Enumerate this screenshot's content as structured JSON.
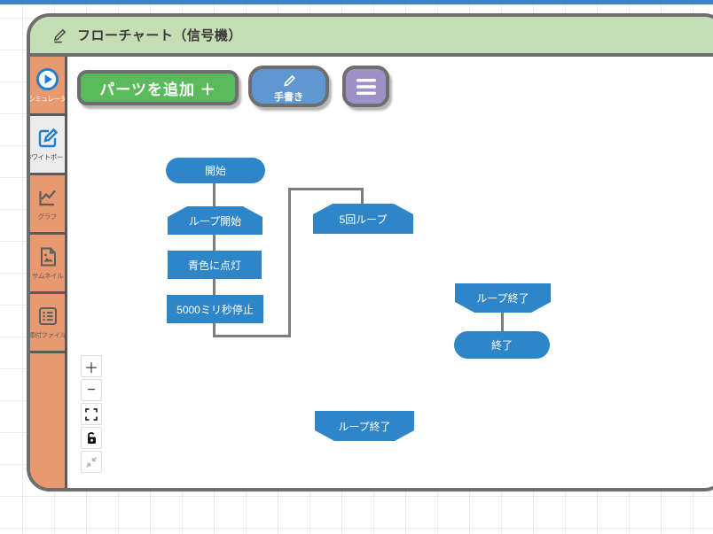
{
  "window": {
    "title": "フローチャート（信号機）",
    "title_icon": "edit-pencil-icon"
  },
  "sidebar": {
    "items": [
      {
        "label": "シミュレータ",
        "icon": "play-icon",
        "active": false
      },
      {
        "label": "ホワイトボード",
        "icon": "whiteboard-edit-icon",
        "active": true
      },
      {
        "label": "グラフ",
        "icon": "graph-icon",
        "active": false
      },
      {
        "label": "サムネイル",
        "icon": "thumbnail-icon",
        "active": false
      },
      {
        "label": "添付ファイル",
        "icon": "attachment-list-icon",
        "active": false
      }
    ]
  },
  "toolbar": {
    "add_parts_label": "パーツを追加 ＋",
    "handwriting_label": "手書き",
    "handwriting_icon": "pencil-icon",
    "menu_icon": "hamburger-menu-icon"
  },
  "flowchart": {
    "nodes": [
      {
        "id": "start",
        "label": "開始",
        "shape": "stadium"
      },
      {
        "id": "loop-start",
        "label": "ループ開始",
        "shape": "loop-start"
      },
      {
        "id": "blue-light-on",
        "label": "青色に点灯",
        "shape": "process"
      },
      {
        "id": "wait-5000ms",
        "label": "5000ミリ秒停止",
        "shape": "process"
      },
      {
        "id": "loop-5-times",
        "label": "5回ループ",
        "shape": "loop-start"
      },
      {
        "id": "loop-end-right",
        "label": "ループ終了",
        "shape": "loop-end"
      },
      {
        "id": "end",
        "label": "終了",
        "shape": "stadium"
      },
      {
        "id": "loop-end-bottom",
        "label": "ループ終了",
        "shape": "loop-end"
      }
    ],
    "node_color": "#2e86c8",
    "connector_color": "#7d7d7d"
  },
  "zoom_controls": {
    "buttons": [
      {
        "icon": "zoom-in-icon",
        "glyph": "＋"
      },
      {
        "icon": "zoom-out-icon",
        "glyph": "−"
      },
      {
        "icon": "fit-screen-icon",
        "glyph": ""
      },
      {
        "icon": "unlock-icon",
        "glyph": ""
      },
      {
        "icon": "collapse-icon",
        "glyph": ""
      }
    ]
  },
  "colors": {
    "top_bar_blue": "#3c86c6",
    "header_green": "#c6deb4",
    "sidebar_orange": "#e8996f",
    "border_gray": "#6e6e6e",
    "node_blue": "#2e86c8",
    "button_green": "#5bba5c",
    "button_blue": "#5e97d2",
    "button_purple": "#9c92c8",
    "icon_blue": "#1e7fd2"
  }
}
